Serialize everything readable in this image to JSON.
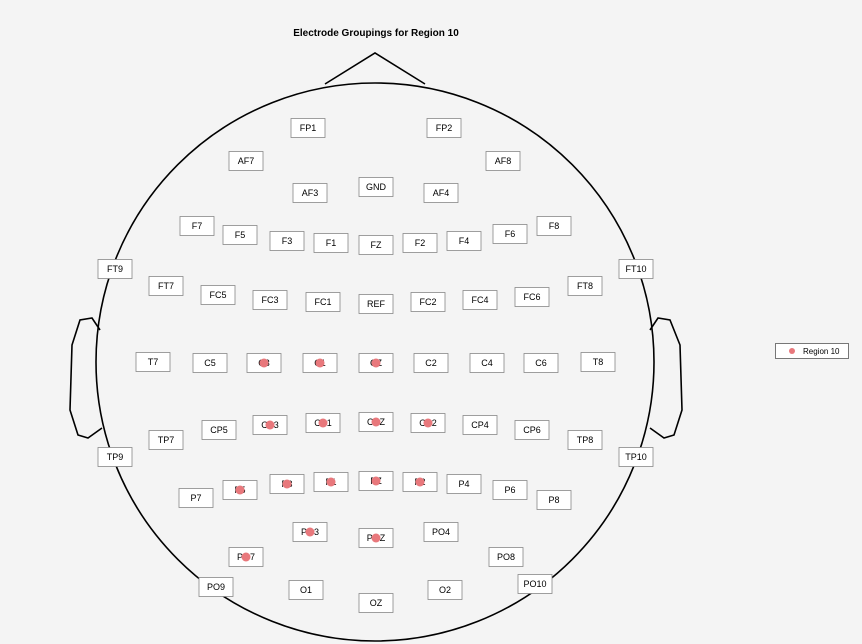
{
  "title": "Electrode Groupings for Region 10",
  "legend": {
    "label": "Region 10",
    "color": "#e8787c"
  },
  "colors": {
    "background": "#f4f4f4",
    "head_line": "#000000",
    "box_fill": "#ffffff",
    "box_border": "#888888",
    "marker": "#e8787c"
  },
  "electrodes": [
    {
      "label": "FP1",
      "highlighted": false
    },
    {
      "label": "FP2",
      "highlighted": false
    },
    {
      "label": "AF7",
      "highlighted": false
    },
    {
      "label": "AF8",
      "highlighted": false
    },
    {
      "label": "AF3",
      "highlighted": false
    },
    {
      "label": "GND",
      "highlighted": false
    },
    {
      "label": "AF4",
      "highlighted": false
    },
    {
      "label": "F7",
      "highlighted": false
    },
    {
      "label": "F5",
      "highlighted": false
    },
    {
      "label": "F3",
      "highlighted": false
    },
    {
      "label": "F1",
      "highlighted": false
    },
    {
      "label": "FZ",
      "highlighted": false
    },
    {
      "label": "F2",
      "highlighted": false
    },
    {
      "label": "F4",
      "highlighted": false
    },
    {
      "label": "F6",
      "highlighted": false
    },
    {
      "label": "F8",
      "highlighted": false
    },
    {
      "label": "FT9",
      "highlighted": false
    },
    {
      "label": "FT7",
      "highlighted": false
    },
    {
      "label": "FC5",
      "highlighted": false
    },
    {
      "label": "FC3",
      "highlighted": false
    },
    {
      "label": "FC1",
      "highlighted": false
    },
    {
      "label": "REF",
      "highlighted": false
    },
    {
      "label": "FC2",
      "highlighted": false
    },
    {
      "label": "FC4",
      "highlighted": false
    },
    {
      "label": "FC6",
      "highlighted": false
    },
    {
      "label": "FT8",
      "highlighted": false
    },
    {
      "label": "FT10",
      "highlighted": false
    },
    {
      "label": "T7",
      "highlighted": false
    },
    {
      "label": "C5",
      "highlighted": false
    },
    {
      "label": "C3",
      "highlighted": true
    },
    {
      "label": "C1",
      "highlighted": true
    },
    {
      "label": "CZ",
      "highlighted": true
    },
    {
      "label": "C2",
      "highlighted": false
    },
    {
      "label": "C4",
      "highlighted": false
    },
    {
      "label": "C6",
      "highlighted": false
    },
    {
      "label": "T8",
      "highlighted": false
    },
    {
      "label": "TP9",
      "highlighted": false
    },
    {
      "label": "TP7",
      "highlighted": false
    },
    {
      "label": "CP5",
      "highlighted": false
    },
    {
      "label": "CP3",
      "highlighted": true
    },
    {
      "label": "CP1",
      "highlighted": true
    },
    {
      "label": "CPZ",
      "highlighted": true
    },
    {
      "label": "CP2",
      "highlighted": true
    },
    {
      "label": "CP4",
      "highlighted": false
    },
    {
      "label": "CP6",
      "highlighted": false
    },
    {
      "label": "TP8",
      "highlighted": false
    },
    {
      "label": "TP10",
      "highlighted": false
    },
    {
      "label": "P7",
      "highlighted": false
    },
    {
      "label": "P5",
      "highlighted": true
    },
    {
      "label": "P3",
      "highlighted": true
    },
    {
      "label": "P1",
      "highlighted": true
    },
    {
      "label": "PZ",
      "highlighted": true
    },
    {
      "label": "P2",
      "highlighted": true
    },
    {
      "label": "P4",
      "highlighted": false
    },
    {
      "label": "P6",
      "highlighted": false
    },
    {
      "label": "P8",
      "highlighted": false
    },
    {
      "label": "PO3",
      "highlighted": true
    },
    {
      "label": "POZ",
      "highlighted": true
    },
    {
      "label": "PO4",
      "highlighted": false
    },
    {
      "label": "PO7",
      "highlighted": true
    },
    {
      "label": "PO8",
      "highlighted": false
    },
    {
      "label": "PO9",
      "highlighted": false
    },
    {
      "label": "O1",
      "highlighted": false
    },
    {
      "label": "OZ",
      "highlighted": false
    },
    {
      "label": "O2",
      "highlighted": false
    },
    {
      "label": "PO10",
      "highlighted": false
    }
  ]
}
